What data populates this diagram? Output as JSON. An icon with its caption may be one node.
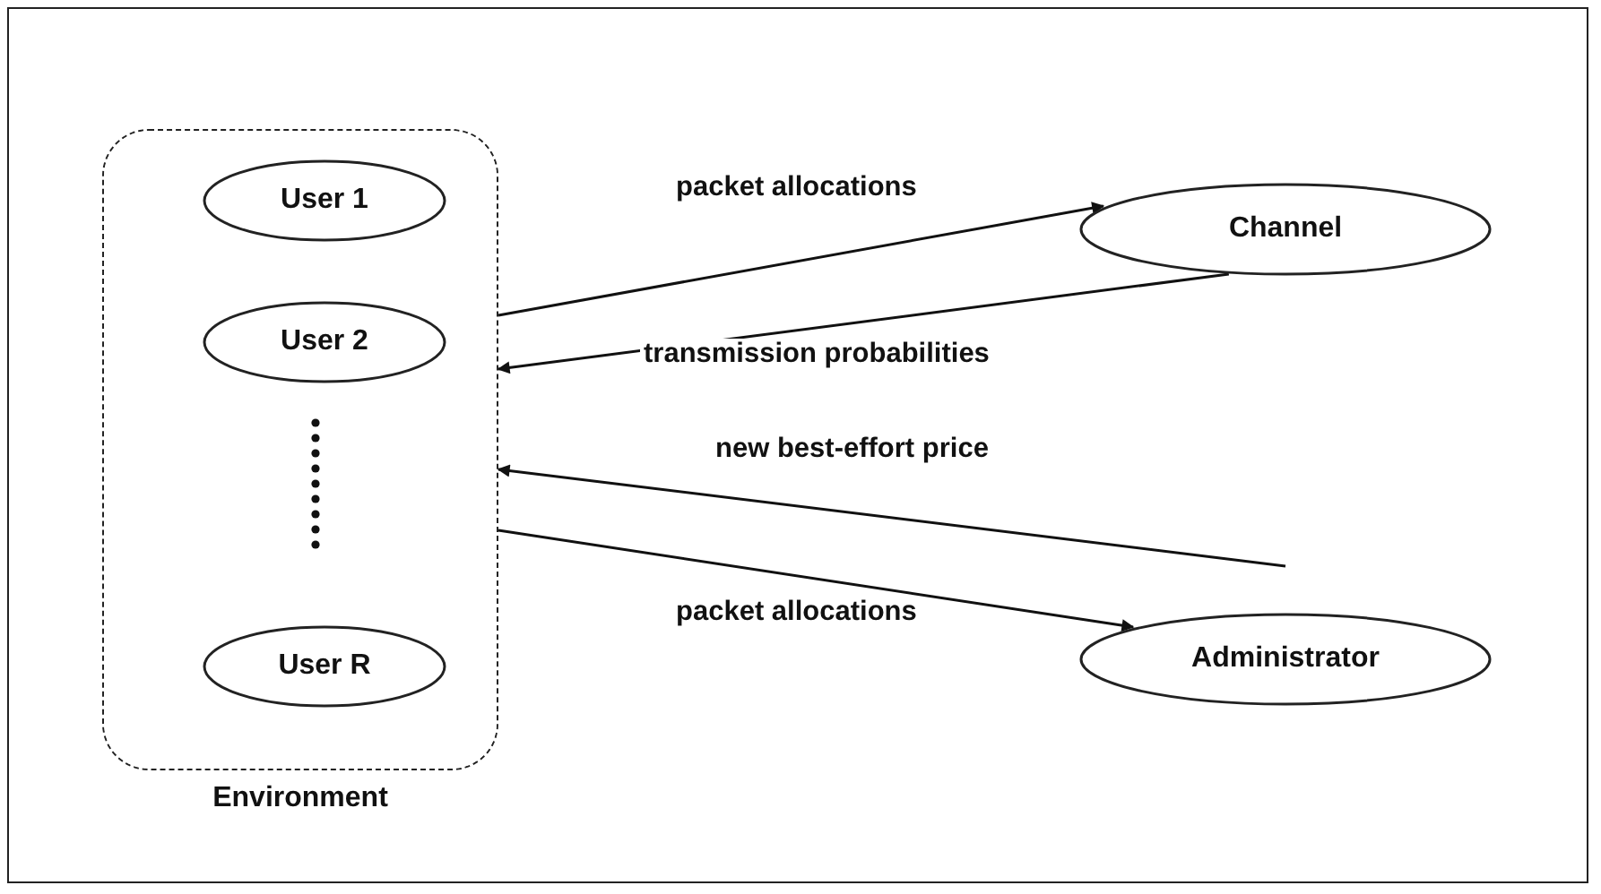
{
  "diagram": {
    "nodes": [
      {
        "text": [
          "Environment"
        ]
      },
      {
        "text": [
          "User 1"
        ],
        "in": 0
      },
      {
        "text": [
          "User 2"
        ],
        "in": 0
      },
      {
        "text": [
          "User R"
        ],
        "in": 0
      },
      {
        "text": [
          "Channel"
        ]
      },
      {
        "text": [
          "Administrator"
        ]
      }
    ],
    "edges": [
      {
        "from": 0,
        "to": 4,
        "arrow": "to",
        "label": "packet allocations"
      },
      {
        "from": 4,
        "to": 0,
        "arrow": "to",
        "label": "transmission probabilities"
      },
      {
        "from": 5,
        "to": 0,
        "arrow": "to",
        "label": "new best-effort price"
      },
      {
        "from": 0,
        "to": 5,
        "arrow": "to",
        "label": "packet allocations"
      }
    ]
  }
}
